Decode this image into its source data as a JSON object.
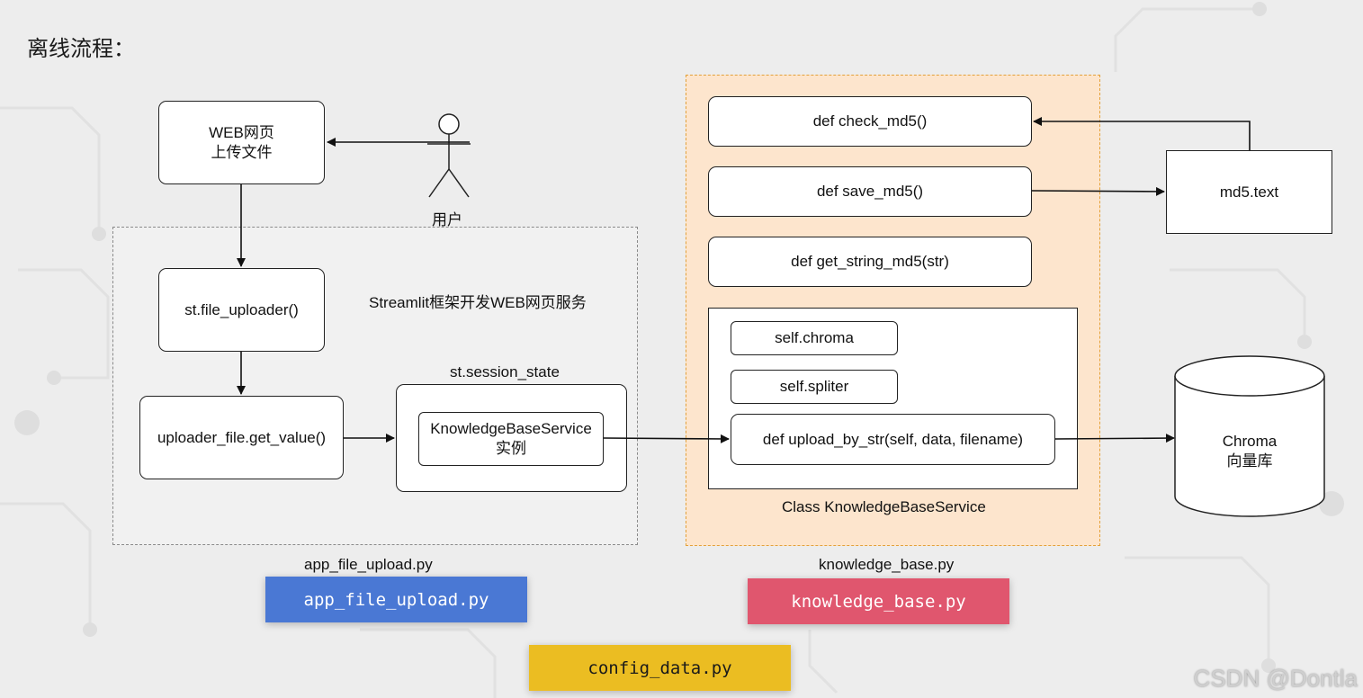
{
  "title": "离线流程：",
  "nodes": {
    "web_page": [
      "WEB网页",
      "上传文件"
    ],
    "user_label": "用户",
    "file_uploader": "st.file_uploader()",
    "get_value": "uploader_file.get_value()",
    "streamlit_label": "Streamlit框架开发WEB网页服务",
    "session_state_label": "st.session_state",
    "kbs_instance": [
      "KnowledgeBaseService",
      "实例"
    ],
    "check_md5": "def check_md5()",
    "save_md5": "def save_md5()",
    "get_string_md5": "def get_string_md5(str)",
    "self_chroma": "self.chroma",
    "self_spliter": "self.spliter",
    "upload_by_str": "def upload_by_str(self, data, filename)",
    "class_label": "Class KnowledgeBaseService",
    "md5_text": "md5.text",
    "chroma_db": [
      "Chroma",
      "向量库"
    ]
  },
  "captions": {
    "left": "app_file_upload.py",
    "right": "knowledge_base.py"
  },
  "file_buttons": {
    "app_file_upload": {
      "label": "app_file_upload.py",
      "color": "#4a78d4"
    },
    "knowledge_base": {
      "label": "knowledge_base.py",
      "color": "#e0566e"
    },
    "config_data": {
      "label": "config_data.py",
      "color": "#ebbd22"
    }
  },
  "watermark": "CSDN @Dontla"
}
